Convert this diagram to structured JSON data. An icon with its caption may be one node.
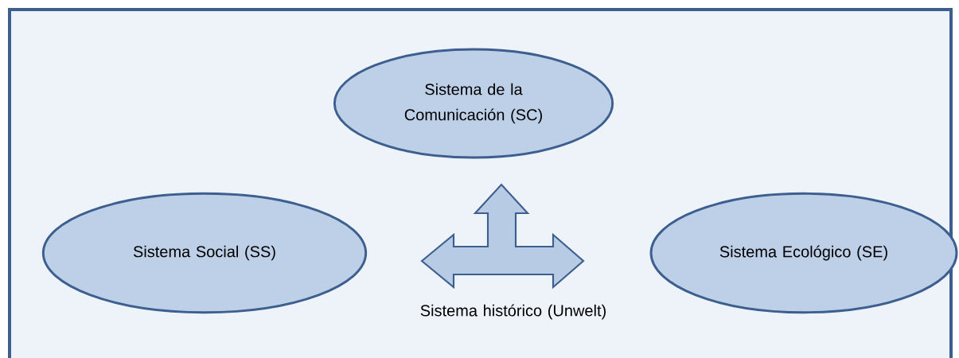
{
  "diagram": {
    "nodes": [
      {
        "text": [
          "Sistema de la Comunicación (SC)"
        ]
      },
      {
        "text": [
          "Sistema Social (SS)"
        ]
      },
      {
        "text": [
          "Sistema Ecológico (SE)"
        ]
      },
      {
        "text": [],
        "shape": "arrow",
        "beside": [
          "Sistema histórico (Unwelt)"
        ]
      }
    ]
  }
}
